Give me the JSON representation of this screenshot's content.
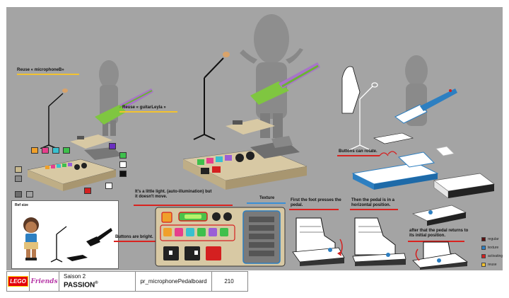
{
  "labels": {
    "reuse_microphone": "Reuse « microphoneB»",
    "reuse_guitar": "Reuse « guitarLeyla »",
    "buttons_can_rotate": "Buttons can rotate.",
    "little_light": "It's a little light. (auto-illumination) but it doesn't move.",
    "texture": "Texture",
    "buttons_bright": "Buttons are bright.",
    "foot_presses": "First the foot presses the pedal.",
    "pedal_horizontal": "Then the pedal is in a horizontal position.",
    "pedal_returns": "after that the pedal returns to its initial position.",
    "ref_size": "Ref size"
  },
  "colors": {
    "red_line": "#d9231f",
    "yellow_line": "#f2c230",
    "blue_line": "#3a8fd6"
  },
  "legend": [
    {
      "label": "regular",
      "color": "#5a1010"
    },
    {
      "label": "texture",
      "color": "#2d7fc1"
    },
    {
      "label": "activating",
      "color": "#d42020"
    },
    {
      "label": "reuse",
      "color": "#f2c230"
    }
  ],
  "footer": {
    "lego_logo": "LEGO",
    "friends_logo": "Friends",
    "season": "Saison 2",
    "passion": "PASSION",
    "registered": "®",
    "asset_name": "pr_microphonePedalboard",
    "number": "210"
  },
  "icons": {
    "arrow": "curved-arrow-icon",
    "character": "figurine-icon"
  }
}
